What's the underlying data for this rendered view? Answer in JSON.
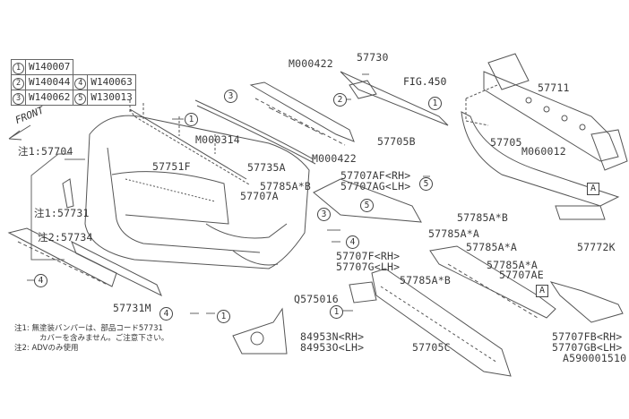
{
  "legend": [
    {
      "num": "1",
      "code": "W140007"
    },
    {
      "num": "2",
      "code": "W140044"
    },
    {
      "num": "3",
      "code": "W140062"
    },
    {
      "num": "4",
      "code": "W140063"
    },
    {
      "num": "5",
      "code": "W130013"
    }
  ],
  "front_label": "FRONT",
  "fig_ref": "FIG.450",
  "part_labels": {
    "p57730": "57730",
    "p57711": "57711",
    "pM000422_top": "M000422",
    "p57705B": "57705B",
    "pM000314": "M000314",
    "p57704": "注1:57704",
    "p57751F": "57751F",
    "p57735A": "57735A",
    "pM000422_mid": "M000422",
    "p57705": "57705",
    "pM060012": "M060012",
    "p57707AF": "57707AF<RH>",
    "p57707AG": "57707AG<LH>",
    "p57785AB_1": "57785A*B",
    "p57707A": "57707A",
    "p57731": "注1:57731",
    "p57785AB_2": "57785A*B",
    "p57785AA_1": "57785A*A",
    "p57785AA_2": "57785A*A",
    "p57772K": "57772K",
    "p57734": "注2:57734",
    "p57707F": "57707F<RH>",
    "p57707G": "57707G<LH>",
    "p57785AA_3": "57785A*A",
    "p57707AE": "57707AE",
    "p57785AB_3": "57785A*B",
    "pQ575016": "Q575016",
    "p57731M": "57731M",
    "p84953N": "84953N<RH>",
    "p84953O": "84953O<LH>",
    "p57705C": "57705C",
    "p57707FB": "57707FB<RH>",
    "p57707GB": "57707GB<LH>",
    "diagram_id": "A590001510"
  },
  "callouts": {
    "c1": "1",
    "c2": "2",
    "c3": "3",
    "c4": "4",
    "c5": "5",
    "ref": "A"
  },
  "notes": {
    "note1_line1": "注1: 無塗装バンパーは、部品コード57731",
    "note1_line2": "カバーを含みません。ご注意下さい。",
    "note2": "注2: ADVのみ使用"
  }
}
